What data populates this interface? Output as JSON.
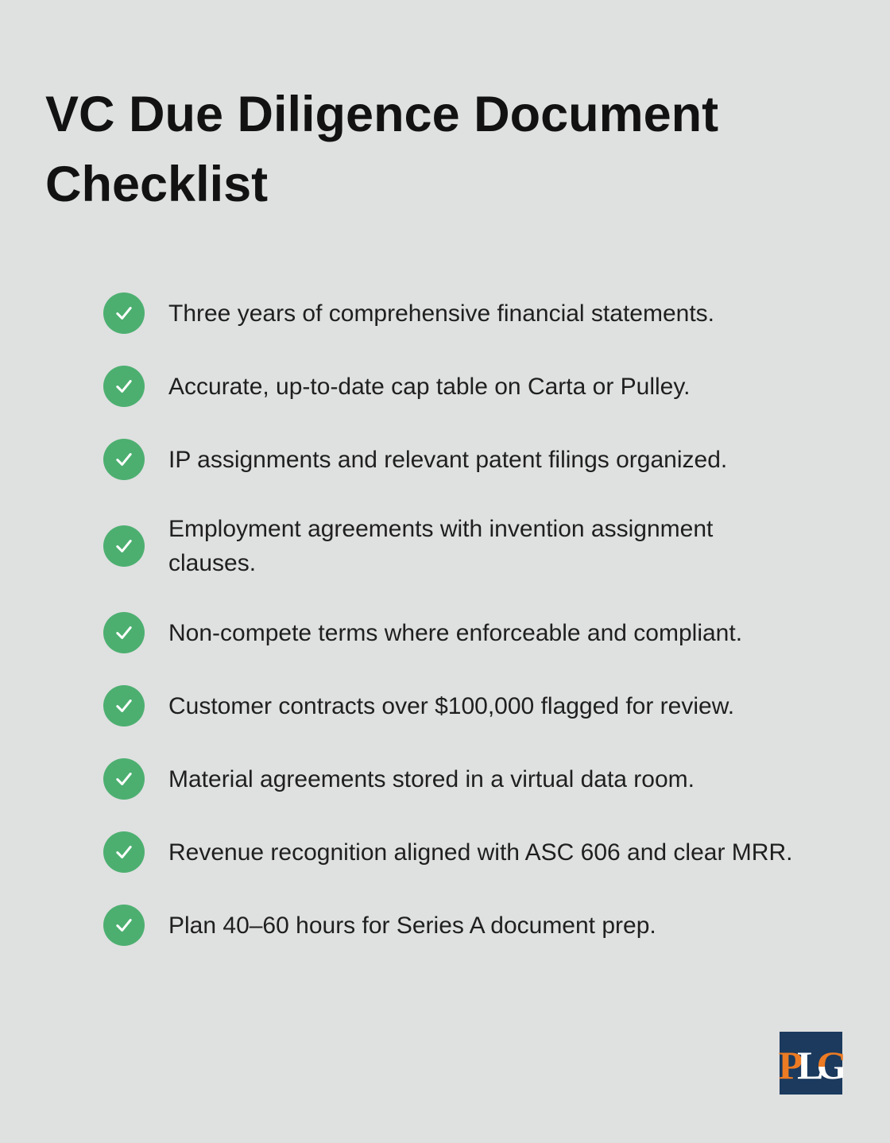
{
  "page": {
    "title": "VC Due Diligence Document Checklist"
  },
  "checklist": {
    "items": [
      "Three years of comprehensive financial statements.",
      "Accurate, up-to-date cap table on Carta or Pulley.",
      "IP assignments and relevant patent filings organized.",
      "Employment agreements with invention assignment clauses.",
      "Non-compete terms where enforceable and compliant.",
      "Customer contracts over $100,000 flagged for review.",
      "Material agreements stored in a virtual data room.",
      "Revenue recognition aligned with ASC 606 and clear MRR.",
      "Plan 40–60 hours for Series A document prep."
    ],
    "check_icon": "checkmark-icon"
  },
  "logo": {
    "letters": [
      {
        "char": "P",
        "color": "#ec7b23"
      },
      {
        "char": "L",
        "color": "#ffffff"
      },
      {
        "char": "G",
        "color": "#ec7b23/#ffffff"
      }
    ]
  },
  "colors": {
    "page-bg": "#dfe0e0",
    "title-text": "#121212",
    "item-text": "#1f1f1f",
    "check-green": "#4caf70",
    "check-mark": "#ffffff",
    "logo-bg": "#1b3a5e",
    "logo-orange": "#ec7b23",
    "logo-white": "#ffffff"
  }
}
